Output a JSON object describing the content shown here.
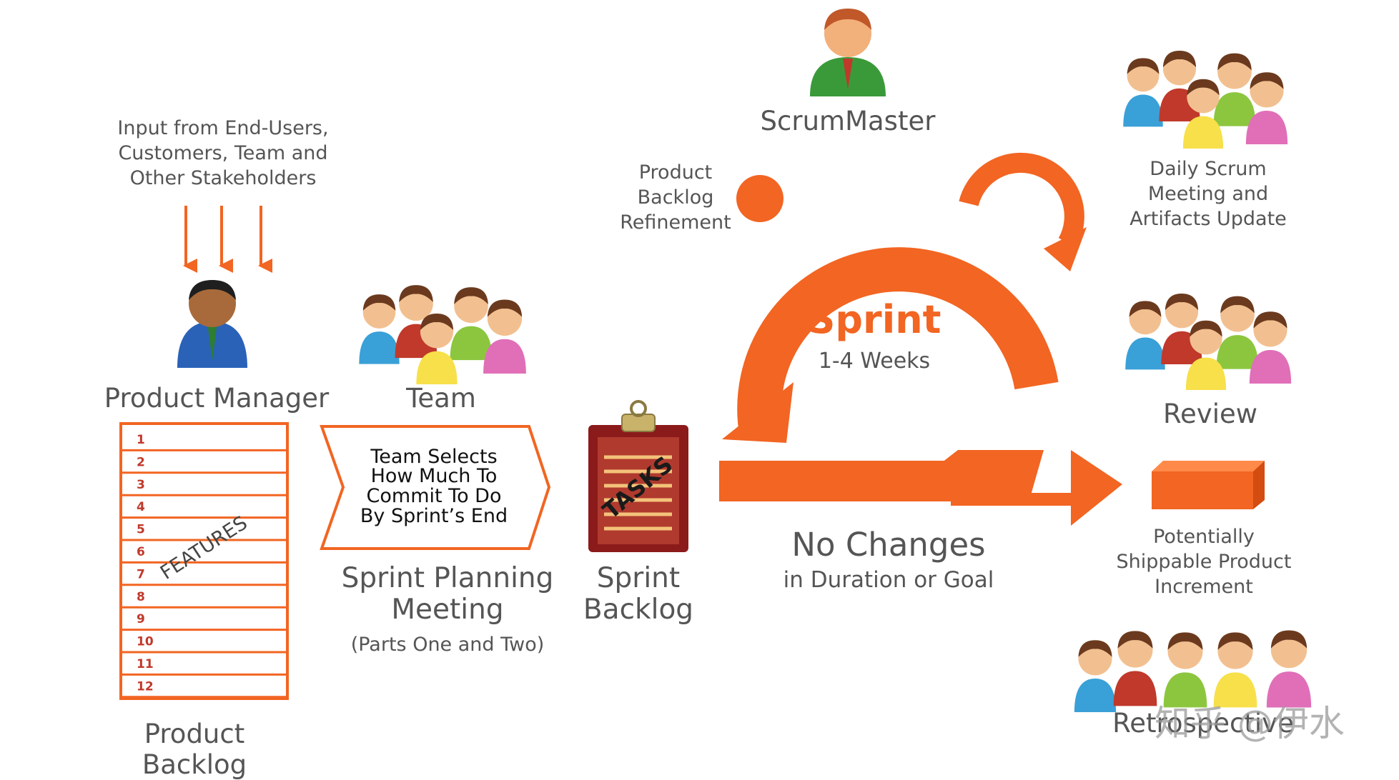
{
  "input_note": [
    "Input from End-Users,",
    "Customers, Team and",
    "Other Stakeholders"
  ],
  "roles": {
    "product_manager": "Product Manager",
    "team": "Team",
    "scrum_master": "ScrumMaster"
  },
  "product_backlog": {
    "rows": [
      "1",
      "2",
      "3",
      "4",
      "5",
      "6",
      "7",
      "8",
      "9",
      "10",
      "11",
      "12"
    ],
    "stamp": "FEATURES",
    "label": [
      "Product",
      "Backlog"
    ]
  },
  "planning": {
    "box_text": [
      "Team Selects",
      "How Much To",
      "Commit To Do",
      "By Sprint’s End"
    ],
    "label": [
      "Sprint Planning",
      "Meeting"
    ],
    "sublabel": "(Parts One and Two)"
  },
  "sprint_backlog": {
    "stamp": "TASKS",
    "label": [
      "Sprint",
      "Backlog"
    ]
  },
  "sprint": {
    "title": "Sprint",
    "duration": "1-4 Weeks"
  },
  "refinement": [
    "Product",
    "Backlog",
    "Refinement"
  ],
  "daily": [
    "Daily Scrum",
    "Meeting and",
    "Artifacts Update"
  ],
  "no_changes": {
    "title": "No Changes",
    "subtitle": "in Duration or Goal"
  },
  "review": "Review",
  "increment": [
    "Potentially",
    "Shippable Product",
    "Increment"
  ],
  "retrospective": "Retrospective",
  "watermark": "知乎 @伊水",
  "colors": {
    "accent": "#f26522",
    "text": "#555555",
    "clipboard": "#8b1a1a"
  }
}
